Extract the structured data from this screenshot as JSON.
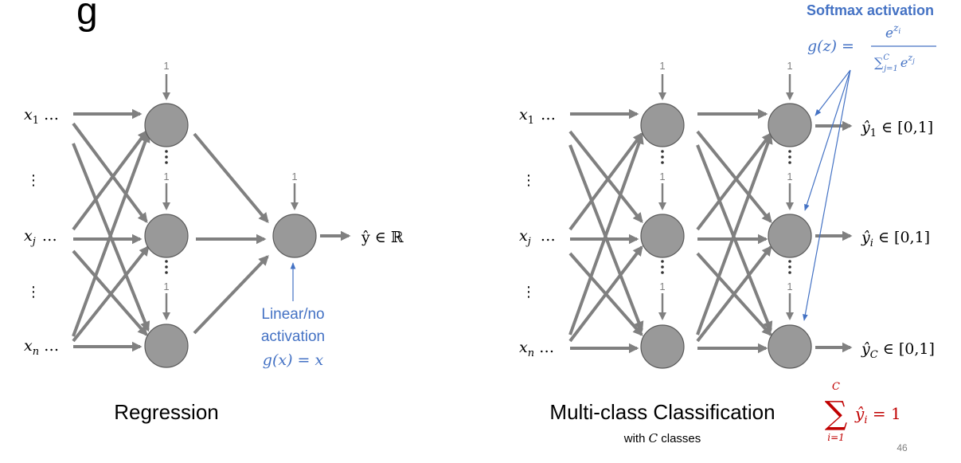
{
  "slide": {
    "title_fragment": "g",
    "page_number": "46"
  },
  "regression": {
    "caption": "Regression",
    "inputs": {
      "x1": "x",
      "x1_sub": "1",
      "xj": "x",
      "xj_sub": "j",
      "xn": "x",
      "xn_sub": "n",
      "ellipsis": "…",
      "vdots": "⋮"
    },
    "bias_label": "1",
    "output_label": "ŷ ∈ ℝ",
    "annotation": {
      "line1": "Linear/no",
      "line2": "activation",
      "formula": "g(x) = x",
      "color": "#4472c4"
    }
  },
  "classification": {
    "caption": "Multi-class Classification",
    "subcaption_pre": "with ",
    "subcaption_var": "C",
    "subcaption_post": " classes",
    "inputs": {
      "x1": "x",
      "x1_sub": "1",
      "xj": "x",
      "xj_sub": "j",
      "xn": "x",
      "xn_sub": "n",
      "ellipsis": "…",
      "vdots": "⋮"
    },
    "bias_label": "1",
    "outputs": [
      {
        "sym": "ŷ",
        "sub": "1",
        "range": " ∈ [0,1]"
      },
      {
        "sym": "ŷ",
        "sub": "i",
        "range": " ∈ [0,1]"
      },
      {
        "sym": "ŷ",
        "sub": "C",
        "range": " ∈ [0,1]"
      }
    ],
    "softmax": {
      "title": "Softmax activation",
      "lhs": "g(z) =",
      "numerator_base": "e",
      "numerator_exp": "z",
      "numerator_exp_sub": "i",
      "den_sum": "∑",
      "den_lower": "j=1",
      "den_upper": "C",
      "den_base": "e",
      "den_exp": "z",
      "den_exp_sub": "j",
      "color": "#4472c4"
    },
    "constraint": {
      "sum": "∑",
      "upper": "C",
      "lower": "i=1",
      "term": "ŷ",
      "term_sub": "i",
      "rhs": " = 1",
      "color": "#c00000"
    }
  }
}
